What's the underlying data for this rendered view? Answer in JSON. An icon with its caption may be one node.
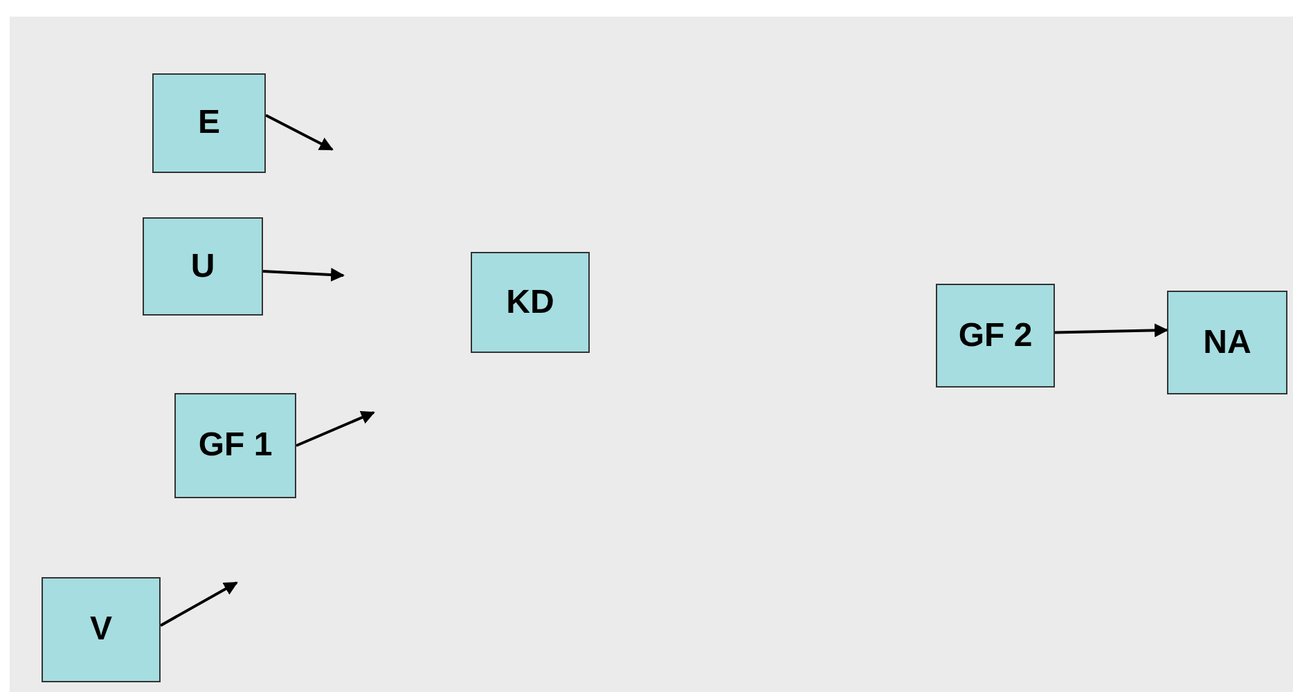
{
  "diagram": {
    "nodes": [
      {
        "text": [
          "E"
        ]
      },
      {
        "text": [
          "U"
        ]
      },
      {
        "text": [
          "KD"
        ]
      },
      {
        "text": [
          "GF 2"
        ]
      },
      {
        "text": [
          "NA"
        ]
      },
      {
        "text": [
          "GF 1"
        ]
      },
      {
        "text": [
          "V"
        ]
      }
    ],
    "edges": [
      {
        "from": 0,
        "to": null,
        "arrow": "to"
      },
      {
        "from": 1,
        "to": null,
        "arrow": "to"
      },
      {
        "from": 5,
        "to": null,
        "arrow": "to"
      },
      {
        "from": 6,
        "to": null,
        "arrow": "to"
      },
      {
        "from": 3,
        "to": 4,
        "arrow": "to"
      }
    ]
  }
}
